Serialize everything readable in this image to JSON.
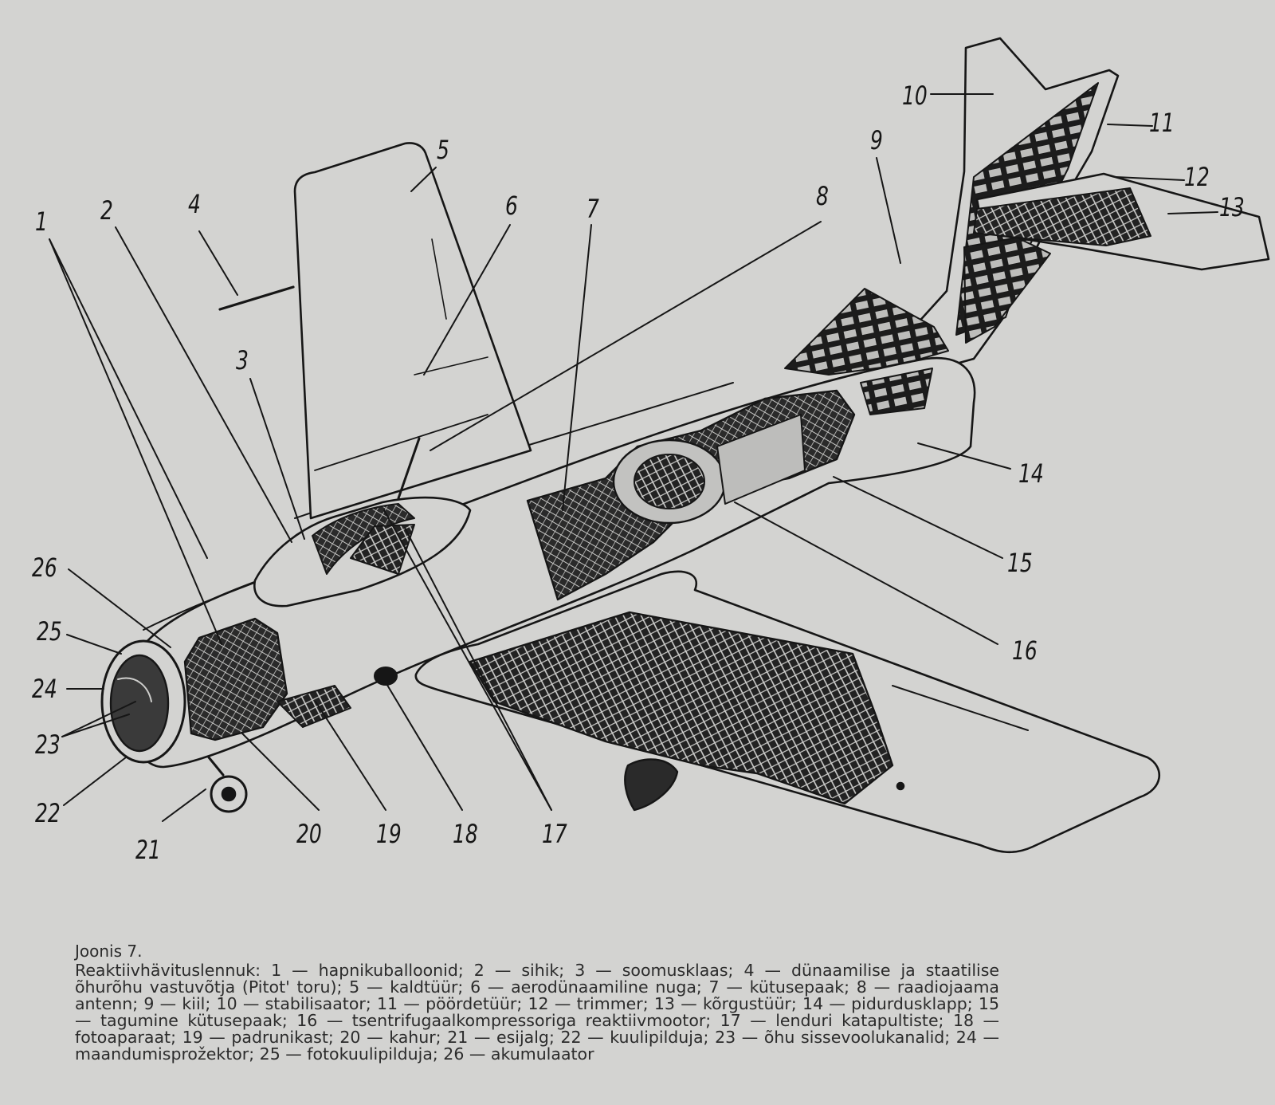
{
  "figure": {
    "labels": [
      {
        "key": "l1",
        "text": "1"
      },
      {
        "key": "l2",
        "text": "2"
      },
      {
        "key": "l3",
        "text": "3"
      },
      {
        "key": "l4",
        "text": "4"
      },
      {
        "key": "l5",
        "text": "5"
      },
      {
        "key": "l6",
        "text": "6"
      },
      {
        "key": "l7",
        "text": "7"
      },
      {
        "key": "l8",
        "text": "8"
      },
      {
        "key": "l9",
        "text": "9"
      },
      {
        "key": "l10",
        "text": "10"
      },
      {
        "key": "l11",
        "text": "11"
      },
      {
        "key": "l12",
        "text": "12"
      },
      {
        "key": "l13",
        "text": "13"
      },
      {
        "key": "l14",
        "text": "14"
      },
      {
        "key": "l15",
        "text": "15"
      },
      {
        "key": "l16",
        "text": "16"
      },
      {
        "key": "l17",
        "text": "17"
      },
      {
        "key": "l18",
        "text": "18"
      },
      {
        "key": "l19",
        "text": "19"
      },
      {
        "key": "l20",
        "text": "20"
      },
      {
        "key": "l21",
        "text": "21"
      },
      {
        "key": "l22",
        "text": "22"
      },
      {
        "key": "l23",
        "text": "23"
      },
      {
        "key": "l24",
        "text": "24"
      },
      {
        "key": "l25",
        "text": "25"
      },
      {
        "key": "l26",
        "text": "26"
      }
    ]
  },
  "caption": {
    "title": "Joonis 7.",
    "body": "Reaktiivhävituslennuk: 1 — hapnikuballoonid; 2 — sihik; 3 — soomusklaas; 4 — dünaamilise ja staatilise õhurõhu vastuvõtja (Pitot' toru); 5 — kaldtüür; 6 — aerodünaamiline nuga; 7 — kütusepaak; 8 — raadiojaama antenn; 9 — kiil; 10 — stabilisaator; 11 — pöördetüür; 12 — trimmer; 13 — kõrgustüür; 14 — pidurdusklapp; 15 — tagumine kütusepaak; 16 — tsentrifugaalkompressoriga reaktiivmootor; 17 — lenduri katapultiste; 18 — fotoaparaat; 19 — padrunikast; 20 — kahur; 21 — esijalg; 22 — kuulipilduja; 23 — õhu sissevoolukanalid; 24 — maandumisprožektor; 25 — fotokuulipilduja; 26 — akumulaator"
  },
  "colors": {
    "paper": "#d3d3d1",
    "ink": "#161616",
    "text": "#2b2b2b"
  }
}
